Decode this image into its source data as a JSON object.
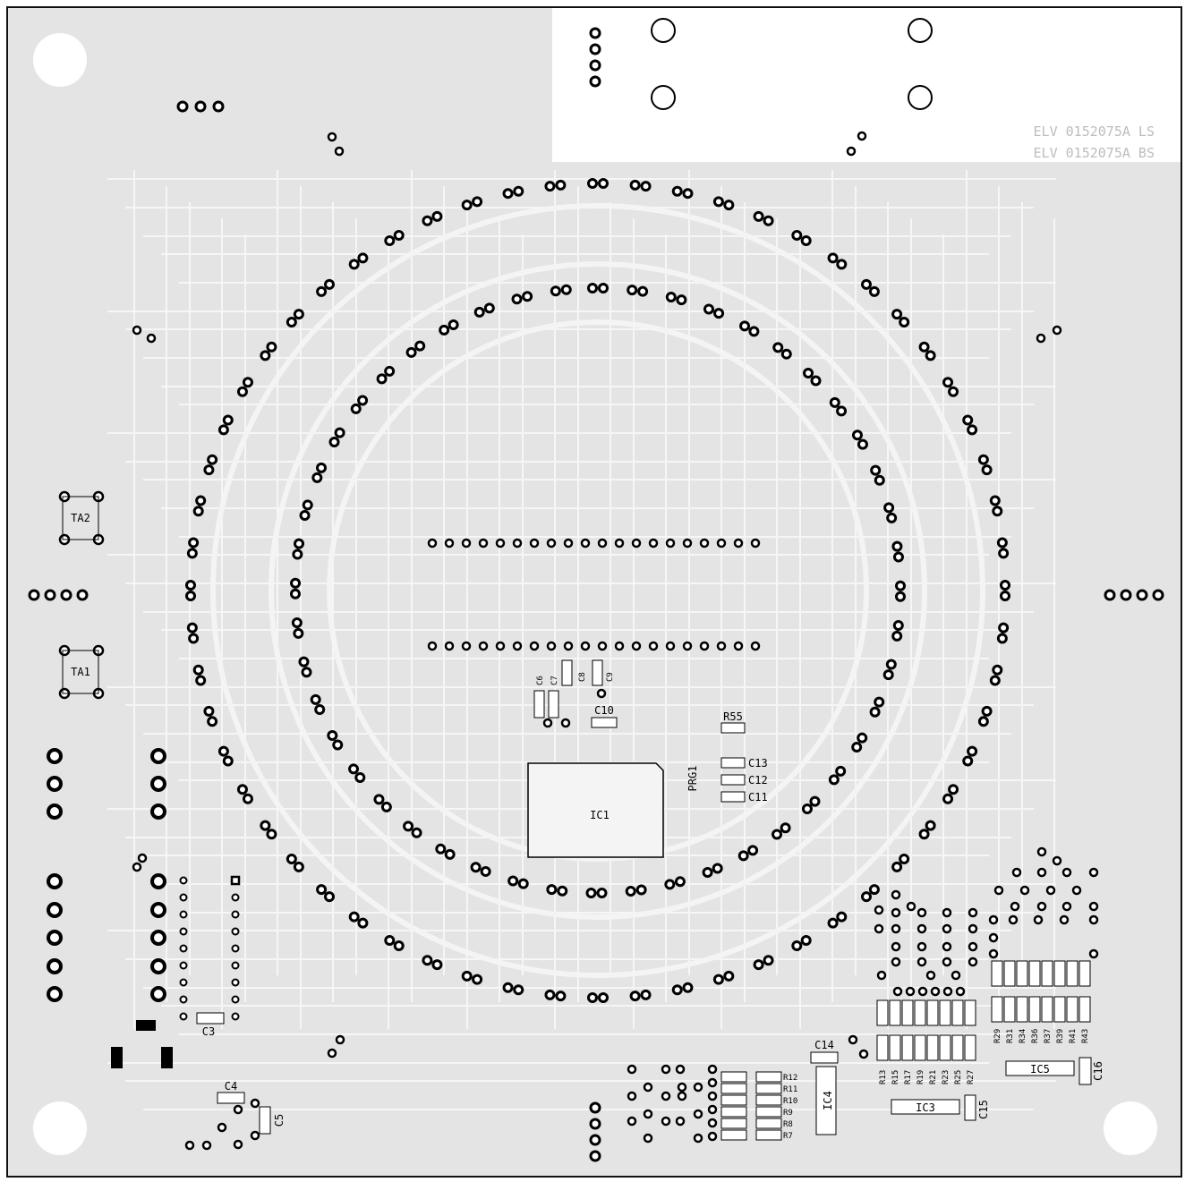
{
  "board": {
    "id_text": "ELV 0152075A LS",
    "id_text_mirrored": "ELV 0152075A BS",
    "background_color": "#e4e4e4",
    "pad_color": "#000000",
    "trace_color": "#f6f6f6"
  },
  "components": {
    "ic1": "IC1",
    "ic3": "IC3",
    "ic4": "IC4",
    "ic5": "IC5",
    "ta1": "TA1",
    "ta2": "TA2",
    "prg1": "PRG1",
    "r55": "R55",
    "c3": "C3",
    "c4": "C4",
    "c5": "C5",
    "c6": "C6",
    "c7": "C7",
    "c8": "C8",
    "c9": "C9",
    "c10": "C10",
    "c11": "C11",
    "c12": "C12",
    "c13": "C13",
    "c14": "C14",
    "c15": "C15",
    "c16": "C16"
  },
  "resistors_left_bank": [
    "R12",
    "R11",
    "R10",
    "R9",
    "R8",
    "R7"
  ],
  "resistors_mid_bank": [
    "R13",
    "R15",
    "R17",
    "R19",
    "R21",
    "R23",
    "R25",
    "R27"
  ],
  "resistors_right_bank": [
    "R29",
    "R31",
    "R34",
    "R36",
    "R37",
    "R39",
    "R41",
    "R43"
  ]
}
